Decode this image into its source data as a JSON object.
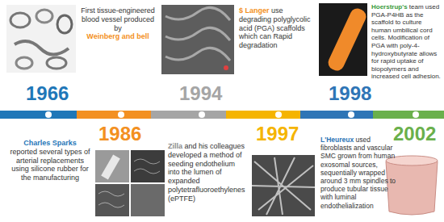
{
  "diagram": {
    "labels": [
      "1966",
      "Charles Sparks",
      "reported several types of arterial replacements using silicone rubber for the manufacturing",
      "1986",
      "First tissue-engineered blood vessel produced by",
      "Weinberg and bell",
      "1994",
      "Zilla",
      "and his colleagues developed a method of seeding endothelium into the lumen of expanded polytetrafluoroethylenes (ePTFE)",
      "1997",
      "$ Langer",
      "use degrading polyglycolic acid (PGA) scaffolds which can Rapid degradation",
      "1998",
      "L'Heureux",
      "used fibroblasts and vascular SMC grown from human exosomal sources, sequentially wrapped around 3 mm spindles to produce tubular tissue with luminal endothelialization",
      "2002",
      "Hoerstrup's",
      "team used PGA-P4HB as the scaffold to culture human umbilical cord cells. Modification of PGA with poly-4-hydroxybutyrate allows for rapid uptake of biopolymers and increased cell adhesion."
    ]
  }
}
